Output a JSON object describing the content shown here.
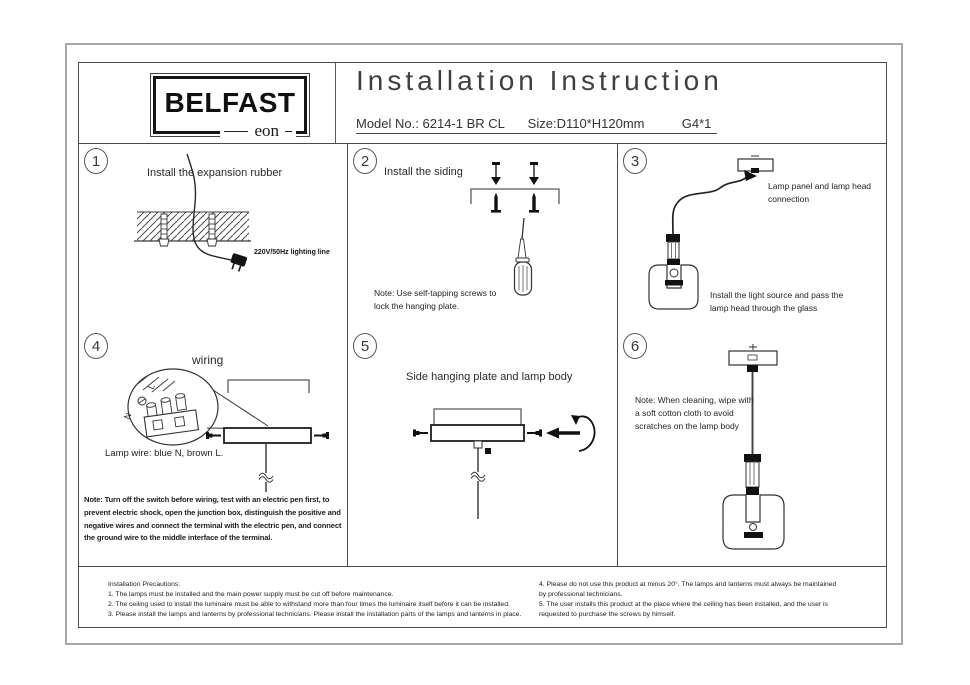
{
  "header": {
    "brand": "BELFAST",
    "brand_sub": "eon",
    "title": "Installation Instruction",
    "model_label": "Model No.:",
    "model_value": "6214-1 BR CL",
    "size_label": "Size:",
    "size_value": "D110*H120mm",
    "bulb_spec": "G4*1"
  },
  "panels": {
    "p1": {
      "num": "1",
      "title": "Install the expansion rubber",
      "line_label": "220V/50Hz lighting line"
    },
    "p2": {
      "num": "2",
      "title": "Install the siding",
      "note1": "Note: Use self-tapping screws to",
      "note2": "lock the hanging plate."
    },
    "p3": {
      "num": "3",
      "label_top1": "Lamp panel and lamp head",
      "label_top2": "connection",
      "label_bottom1": "Install the light source and pass the",
      "label_bottom2": "lamp head through the glass"
    },
    "p4": {
      "num": "4",
      "title": "wiring",
      "term_n": "N",
      "term_l": "L",
      "wire_label": "Lamp wire: blue N, brown L.",
      "note1": "Note: Turn off the switch before wiring, test with an electric pen first, to",
      "note2": "prevent electric shock, open the junction box, distinguish the positive and",
      "note3": "negative wires and connect the terminal with the electric pen, and connect",
      "note4": "the ground wire to the middle interface of the terminal."
    },
    "p5": {
      "num": "5",
      "title": "Side hanging plate and lamp body"
    },
    "p6": {
      "num": "6",
      "note1": "Note: When cleaning, wipe with",
      "note2": "a soft cotton cloth to avoid",
      "note3": "scratches on the lamp body"
    }
  },
  "footer": {
    "left": [
      "Installation Precautions:",
      "1. The lamps must be installed and the main power supply must be cut off before maintenance.",
      "2. The ceiling used to install the luminaire must be able to withstand more than four times the luminaire itself before it can be installed.",
      "3. Please install the lamps and lanterns by professional technicians. Please install the installation parts of the lamps and lanterns in place."
    ],
    "right": [
      "4. Please do not use this product at minus 20°. The lamps and lanterns must always be maintained",
      "by professional technicians.",
      "5. The user installs this product at the place where the ceiling has been installed, and the user is",
      "requested to purchase the screws by himself."
    ]
  },
  "colors": {
    "ink": "#222222",
    "border_grey": "#a8a8a8",
    "wire_grey": "#8f8f8f"
  }
}
